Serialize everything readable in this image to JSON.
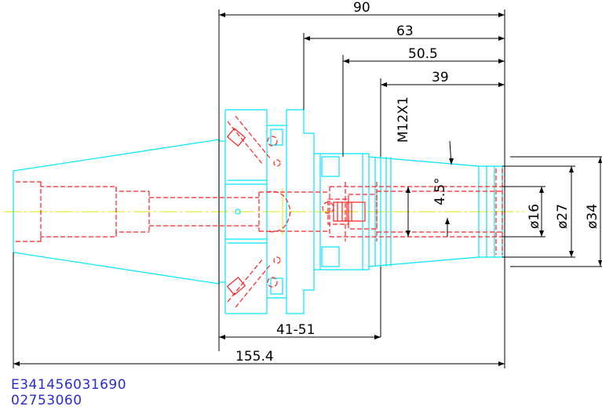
{
  "drawing": {
    "dimensions": {
      "overall_length": "155.4",
      "d90": "90",
      "d63": "63",
      "d50_5": "50.5",
      "d39": "39",
      "range": "41-51",
      "thread": "M12X1",
      "angle": "4.5°",
      "dia16": "ø16",
      "dia27": "ø27",
      "dia34": "ø34"
    },
    "colors": {
      "outline": "#00e5ff",
      "hidden": "#ff2020",
      "centerline": "#e6e600",
      "dimension": "#000000",
      "code_text": "#2b2bd6"
    }
  },
  "codes": {
    "line1": "E341456031690",
    "line2": "02753060"
  }
}
